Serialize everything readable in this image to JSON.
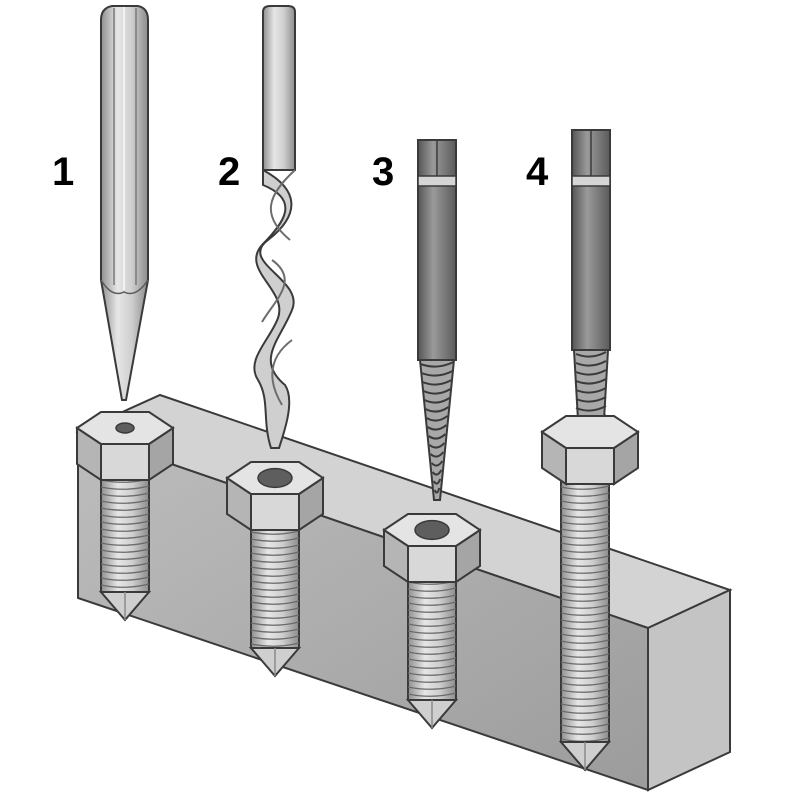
{
  "labels": [
    "1",
    "2",
    "3",
    "4"
  ],
  "colors": {
    "outline": "#3a3a3a",
    "block_front": "#a9a9a9",
    "block_top": "#d2d2d2",
    "block_side": "#c1c1c1",
    "metal_light": "#d9d9d9",
    "metal_mid": "#b9b9b9",
    "metal_dark": "#6e6e6e",
    "extractor": "#8a8a8a"
  }
}
